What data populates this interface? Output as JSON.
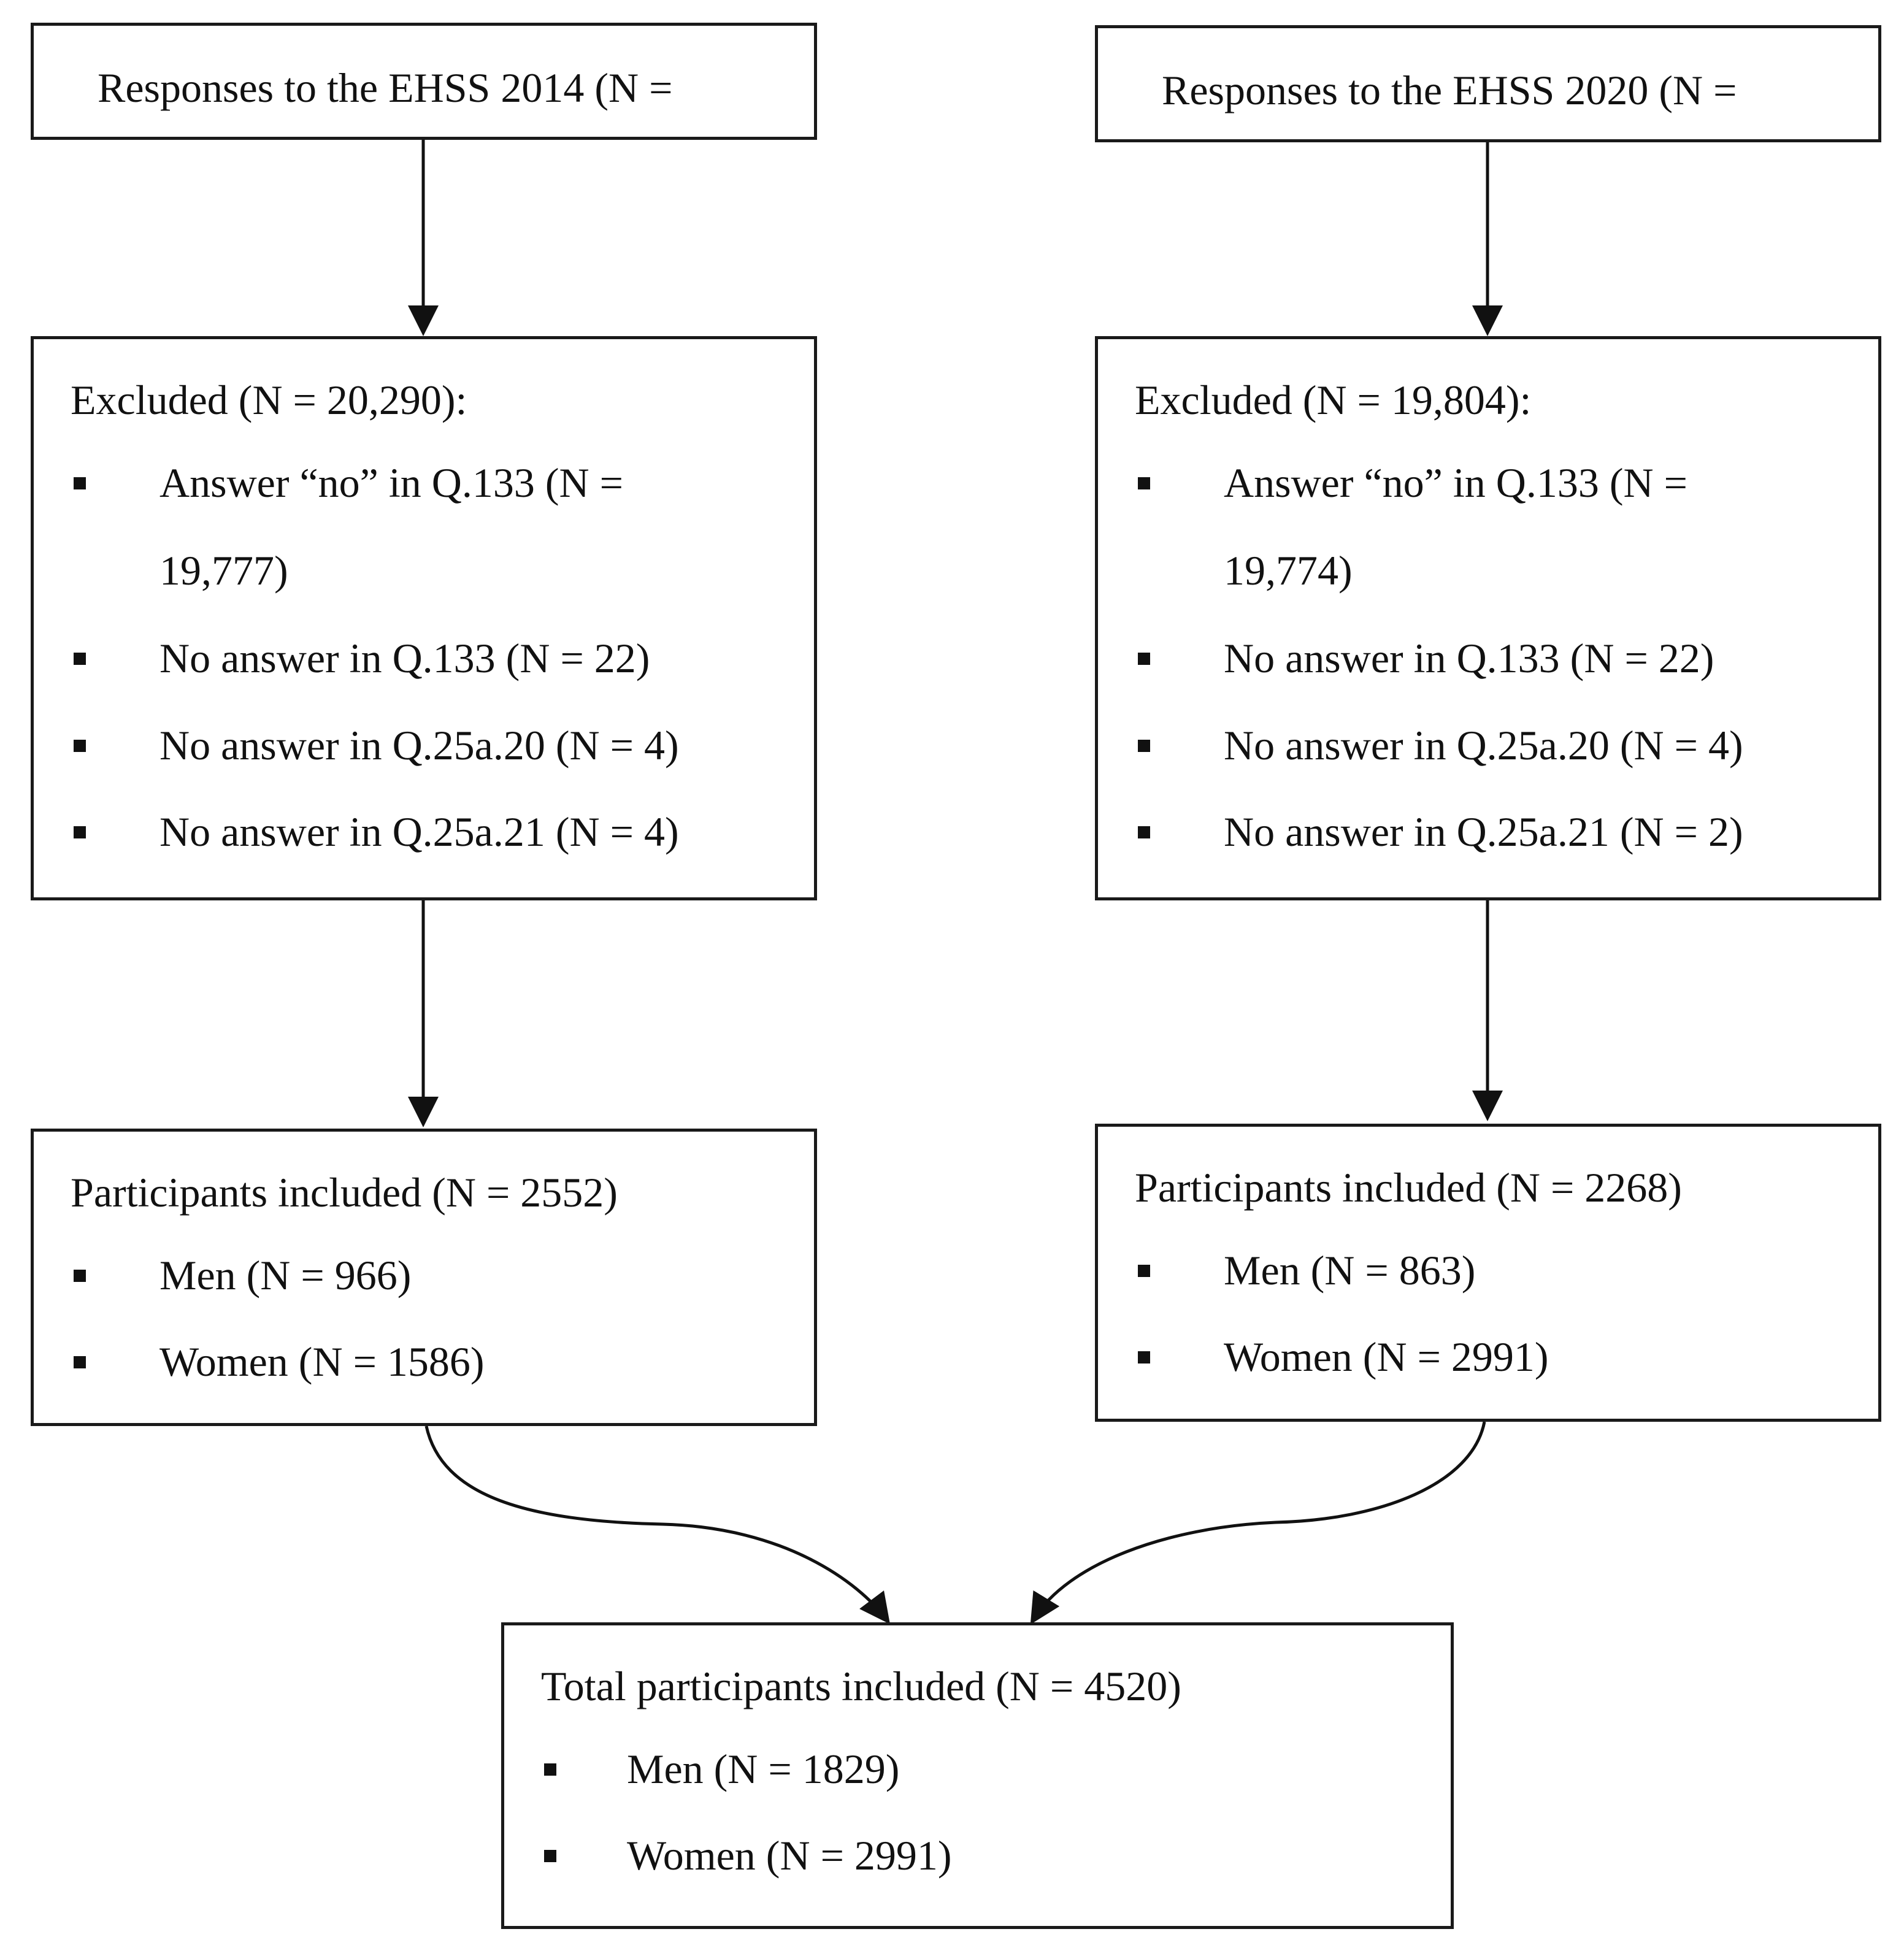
{
  "box_2014_top": {
    "text": "Responses to the EHSS 2014 (N ="
  },
  "box_2020_top": {
    "text": "Responses to the EHSS 2020 (N ="
  },
  "excluded_2014": {
    "title": "Excluded (N = 20,290):",
    "items": [
      "Answer “no” in Q.133 (N =",
      "19,777)",
      "No answer in Q.133 (N = 22)",
      "No answer in Q.25a.20 (N = 4)",
      "No answer in Q.25a.21 (N = 4)"
    ]
  },
  "excluded_2020": {
    "title": "Excluded (N = 19,804):",
    "items": [
      "Answer “no” in Q.133 (N =",
      "19,774)",
      "No answer in Q.133 (N = 22)",
      "No answer in Q.25a.20 (N = 4)",
      "No answer in Q.25a.21 (N = 2)"
    ]
  },
  "included_2014": {
    "title": "Participants included (N = 2552)",
    "items": [
      "Men (N = 966)",
      "Women (N = 1586)"
    ]
  },
  "included_2020": {
    "title": "Participants included (N = 2268)",
    "items": [
      "Men (N = 863)",
      "Women (N = 2991)"
    ]
  },
  "total": {
    "title": "Total participants included (N = 4520)",
    "items": [
      "Men (N = 1829)",
      "Women (N = 2991)"
    ]
  }
}
